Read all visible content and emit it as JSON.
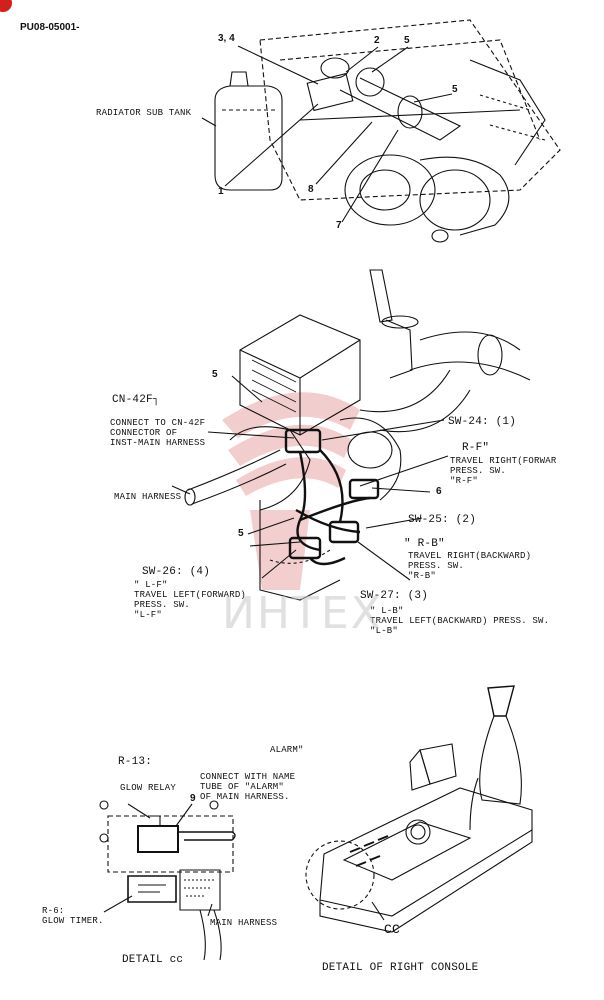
{
  "doc_id": "PU08-05001-",
  "watermark": "ИНТЕХ",
  "top_view": {
    "label_radiator": "RADIATOR SUB TANK",
    "callouts": [
      "3, 4",
      "2",
      "5",
      "5",
      "1",
      "8",
      "7"
    ]
  },
  "middle_view": {
    "cn42f": "CN-42F┐",
    "connect": "CONNECT TO CN-42F\nCONNECTOR OF\nINST-MAIN HARNESS",
    "main_harness": "MAIN HARNESS",
    "sw24": "SW-24: (1)",
    "rf_code": "R-F\"",
    "rf_desc": "TRAVEL RIGHT(FORWAR\nPRESS. SW.\n\"R-F\"",
    "sw25": "SW-25: (2)",
    "rb_code": "\" R-B\"",
    "rb_desc": "TRAVEL RIGHT(BACKWARD)\nPRESS. SW.\n\"R-B\"",
    "sw26": "SW-26: (4)",
    "lf_desc": "\" L-F\"\nTRAVEL LEFT(FORWARD)\nPRESS. SW.\n\"L-F\"",
    "sw27": "SW-27: (3)",
    "lb_desc": "\" L-B\"\nTRAVEL LEFT(BACKWARD) PRESS. SW.\n\"L-B\"",
    "callouts": [
      "5",
      "6",
      "5"
    ]
  },
  "bottom_view": {
    "alarm": "ALARM\"",
    "r13": "R-13:",
    "glow_relay": "GLOW RELAY",
    "connect_name": "CONNECT WITH NAME\nTUBE OF \"ALARM\"\nOF MAIN HARNESS.",
    "callout9": "9",
    "r6": "R-6:\nGLOW TIMER.",
    "main_harness": "MAIN HARNESS",
    "cc": "CC",
    "detail_cc": "DETAIL cc",
    "detail_console": "DETAIL OF RIGHT CONSOLE"
  }
}
